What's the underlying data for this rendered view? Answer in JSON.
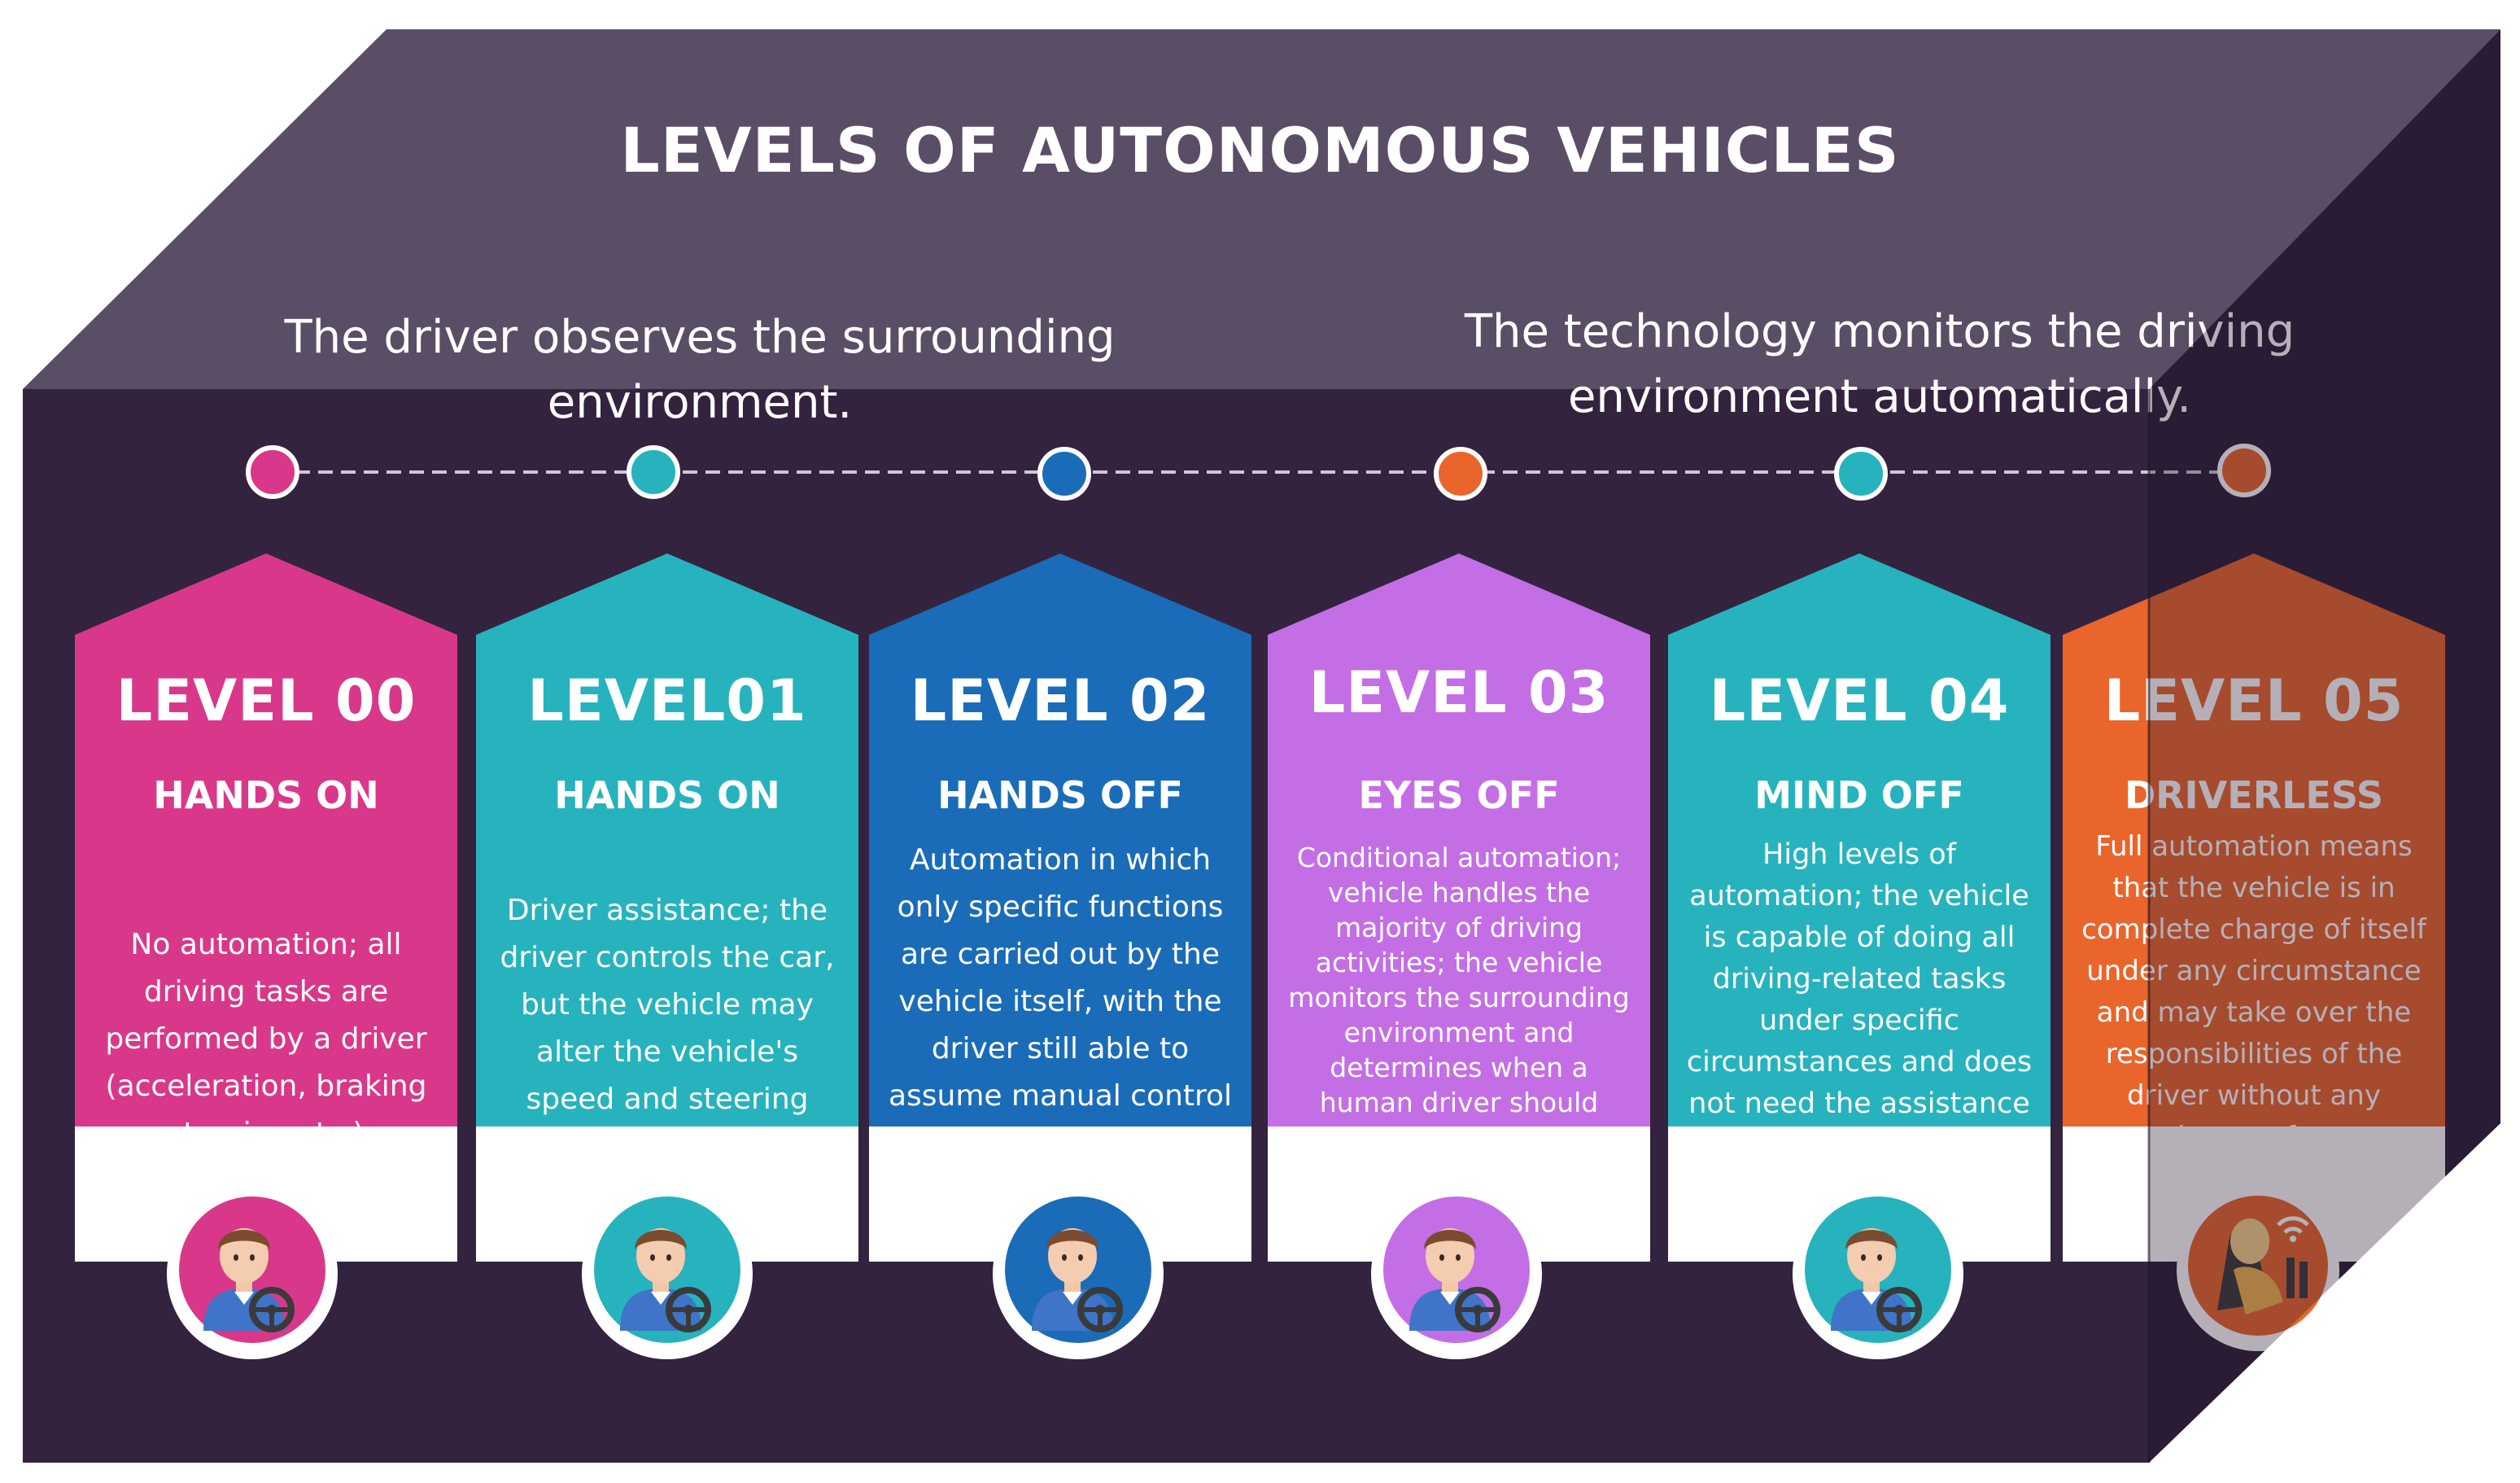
{
  "title": "LEVELS OF AUTONOMOUS VEHICLES",
  "observation_left": "The driver observes the surrounding environment.",
  "observation_right": "The technology monitors the driving environment automatically.",
  "colors": {
    "top_face": "#5a4d66",
    "front_face": "#33233f",
    "side_face": "#2a1d35",
    "pink": "#d9388a",
    "teal": "#27b3bd",
    "blue": "#1a6cb8",
    "violet": "#c46ee6",
    "orange": "#e9652c"
  },
  "levels": [
    {
      "title": "LEVEL 00",
      "subtitle": "HANDS ON",
      "description": "No automation; all driving tasks are performed by a driver (acceleration, braking steering etc.)",
      "color": "#d9388a",
      "dot_color": "#d9388a",
      "icon": "driver-steering-wheel-icon"
    },
    {
      "title": "LEVEL01",
      "subtitle": "HANDS ON",
      "description": "Driver assistance; the driver controls the car, but the vehicle may alter the vehicle's speed and steering direction.",
      "color": "#27b3bd",
      "dot_color": "#27b3bd",
      "icon": "driver-steering-wheel-icon"
    },
    {
      "title": "LEVEL 02",
      "subtitle": "HANDS OFF",
      "description": "Automation in which only specific functions are carried out by the vehicle itself, with the driver still able to assume manual control at any moment.",
      "color": "#1a6cb8",
      "dot_color": "#1a6cb8",
      "icon": "driver-steering-wheel-icon"
    },
    {
      "title": "LEVEL 03",
      "subtitle": "EYES OFF",
      "description": "Conditional automation; vehicle handles the majority of driving activities; the vehicle monitors the surrounding environment and determines when a human driver should regain control.",
      "color": "#c46ee6",
      "dot_color": "#e9652c",
      "icon": "driver-steering-wheel-icon"
    },
    {
      "title": "LEVEL 04",
      "subtitle": "MIND OFF",
      "description": "High levels of automation; the vehicle is capable of doing all driving-related tasks under specific circumstances and does not need the assistance of another person.",
      "color": "#27b3bd",
      "dot_color": "#27b3bd",
      "icon": "driver-steering-wheel-icon"
    },
    {
      "title": "LEVEL 05",
      "subtitle": "DRIVERLESS",
      "description": "Full automation means that the vehicle is in complete charge of itself under any circumstance and may take over the responsibilities of the driver without any assistance from a person.",
      "color": "#e9652c",
      "dot_color": "#e9652c",
      "icon": "relaxed-passenger-wifi-icon"
    }
  ]
}
